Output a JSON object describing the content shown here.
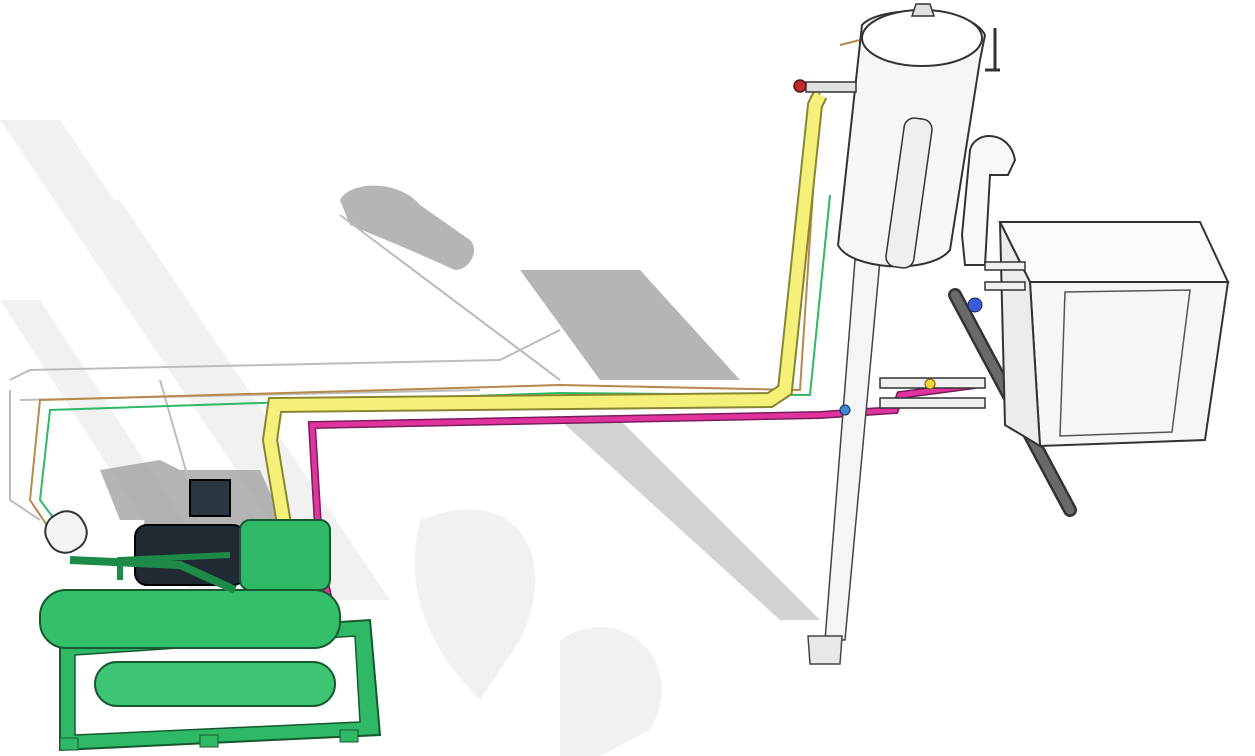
{
  "scene": {
    "description_visible_text": "",
    "components": [
      {
        "id": "compressor-unit",
        "color": "#2fb865"
      },
      {
        "id": "receiver-tank",
        "color": "#f4f4f4"
      },
      {
        "id": "evaporator-box",
        "color": "#f7f7f7"
      },
      {
        "id": "suction-line",
        "color": "#f5f07a"
      },
      {
        "id": "liquid-line",
        "color": "#e0339e"
      },
      {
        "id": "vent-pipe",
        "color": "#444444"
      }
    ],
    "colors": {
      "background": "#ffffff",
      "shadow": "#9a9a9a",
      "watermark": "#efefef",
      "outline": "#333333",
      "green_dark": "#1e8a48"
    }
  }
}
